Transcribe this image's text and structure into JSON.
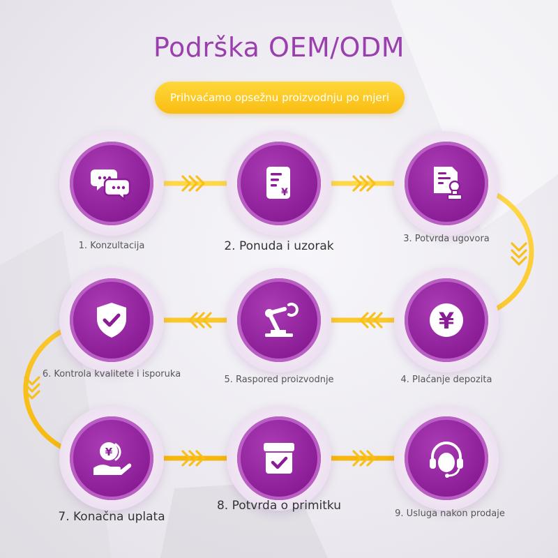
{
  "title": "Podrška OEM/ODM",
  "banner": "Prihvaćamo opsežnu proizvodnju po mjeri",
  "colors": {
    "purple": "#8a1c96",
    "yellow": "#f9c21a",
    "title": "#9a3fae"
  },
  "steps": [
    {
      "label": "1. Konzultacija",
      "icon": "chat-bubbles-icon"
    },
    {
      "label": "2. Ponuda i uzorak",
      "icon": "quote-document-icon"
    },
    {
      "label": "3. Potvrda ugovora",
      "icon": "contract-stamp-icon"
    },
    {
      "label": "4. Plaćanje depozita",
      "icon": "yen-coin-icon"
    },
    {
      "label": "5. Raspored proizvodnje",
      "icon": "robot-arm-icon"
    },
    {
      "label": "6. Kontrola kvalitete i isporuka",
      "icon": "shield-check-icon"
    },
    {
      "label": "7. Konačna uplata",
      "icon": "hand-coin-icon"
    },
    {
      "label": "8. Potvrda o primitku",
      "icon": "box-check-icon"
    },
    {
      "label": "9. Usluga nakon prodaje",
      "icon": "headset-icon"
    }
  ]
}
